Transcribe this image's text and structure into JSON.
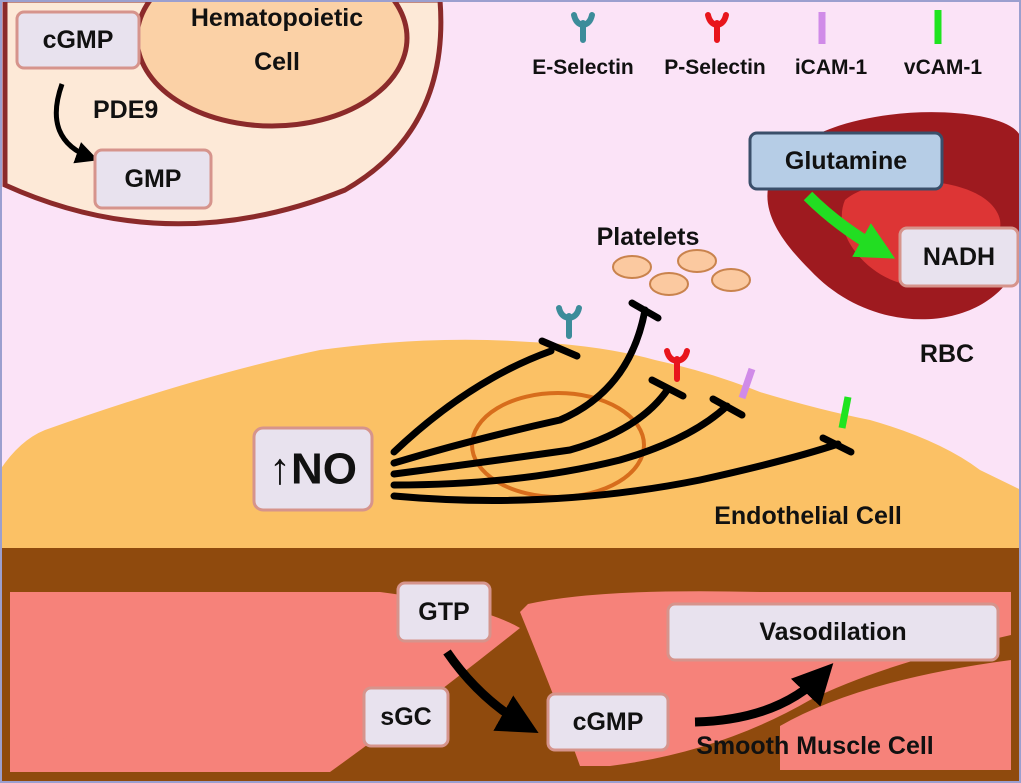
{
  "cells": {
    "hematopoietic": {
      "label_line1": "Hematopoietic",
      "label_line2": "Cell"
    },
    "endothelial": {
      "label": "Endothelial Cell"
    },
    "smooth_muscle": {
      "label": "Smooth Muscle Cell"
    },
    "rbc": {
      "label": "RBC"
    }
  },
  "platelets": {
    "label": "Platelets"
  },
  "legend": {
    "items": [
      {
        "label": "E-Selectin",
        "color": "#3c8c9a"
      },
      {
        "label": "P-Selectin",
        "color": "#e8151c"
      },
      {
        "label": "iCAM-1",
        "color": "#d08be8"
      },
      {
        "label": "vCAM-1",
        "color": "#1fe41f"
      }
    ]
  },
  "boxes": {
    "cgmp_top": "cGMP",
    "pde9": "PDE9",
    "gmp": "GMP",
    "glutamine": "Glutamine",
    "nadh": "NADH",
    "no": "↑NO",
    "gtp": "GTP",
    "sgc": "sGC",
    "cgmp_bottom": "cGMP",
    "vasodilation": "Vasodilation"
  },
  "colors": {
    "background": "#fbe3f7",
    "hematopoietic_outer": "#fde9d7",
    "hematopoietic_inner": "#fbd1a6",
    "cell_border": "#8b2a2a",
    "endothelial_fill": "#fbc165",
    "membrane_brown": "#8f4a0d",
    "smooth_muscle_fill": "#f6827a",
    "rbc_outer": "#9e1a1f",
    "rbc_inner": "#dd3535",
    "platelet_fill": "#fbc9a0",
    "platelet_stroke": "#c9834d",
    "nucleus_stroke": "#d76d1c",
    "box_fill": "#e8e2ee",
    "box_stroke": "#d6948c",
    "glutamine_fill": "#b6cde6",
    "glutamine_stroke": "#3a4f6a",
    "green_arrow": "#22dd22"
  }
}
